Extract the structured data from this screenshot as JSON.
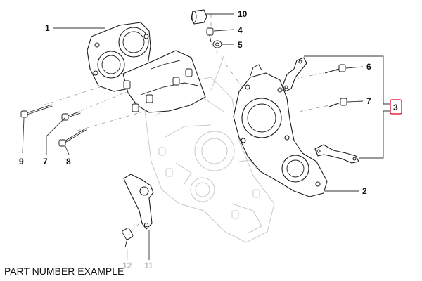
{
  "caption": "PART NUMBER EXAMPLE",
  "callouts": {
    "c1": "1",
    "c2": "2",
    "c3": "3",
    "c4": "4",
    "c5": "5",
    "c6": "6",
    "c7a": "7",
    "c7b": "7",
    "c8": "8",
    "c9": "9",
    "c10": "10",
    "c11": "11",
    "c12": "12"
  },
  "colors": {
    "group_box_border": "#d9001b",
    "line": "#1a1a1a",
    "ghost_line": "#c9c9c9"
  }
}
